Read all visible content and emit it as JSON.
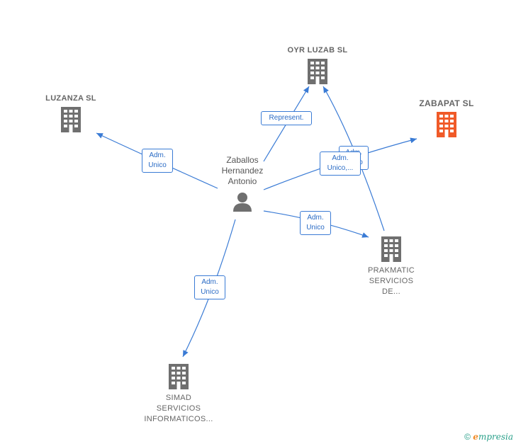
{
  "center": {
    "label_lines": [
      "Zaballos",
      "Hernandez",
      "Antonio"
    ]
  },
  "nodes": {
    "oyr": {
      "label_lines": [
        "OYR LUZAB  SL"
      ],
      "color": "#6f6f6f"
    },
    "luzanza": {
      "label_lines": [
        "LUZANZA  SL"
      ],
      "color": "#6f6f6f"
    },
    "zabapat": {
      "label_lines": [
        "ZABAPAT  SL"
      ],
      "color": "#f05a28"
    },
    "prakmatic": {
      "label_lines": [
        "PRAKMATIC",
        "SERVICIOS",
        "DE..."
      ],
      "color": "#6f6f6f"
    },
    "simad": {
      "label_lines": [
        "SIMAD",
        "SERVICIOS",
        "INFORMATICOS..."
      ],
      "color": "#6f6f6f"
    }
  },
  "edges": {
    "represent": {
      "lines": [
        "Represent."
      ]
    },
    "adm_luzanza": {
      "lines": [
        "Adm.",
        "Unico"
      ]
    },
    "adm_zabapat": {
      "lines": [
        "Adm.",
        "Unico,..."
      ]
    },
    "adm_hidden": {
      "lines": [
        "Adm.",
        "Unico"
      ]
    },
    "adm_prakmatic": {
      "lines": [
        "Adm.",
        "Unico"
      ]
    },
    "adm_simad": {
      "lines": [
        "Adm.",
        "Unico"
      ]
    }
  },
  "edge_color": "#3a7bd5",
  "footer": {
    "copyright": "©",
    "brand_e": "e",
    "brand_rest": "mpresia"
  }
}
